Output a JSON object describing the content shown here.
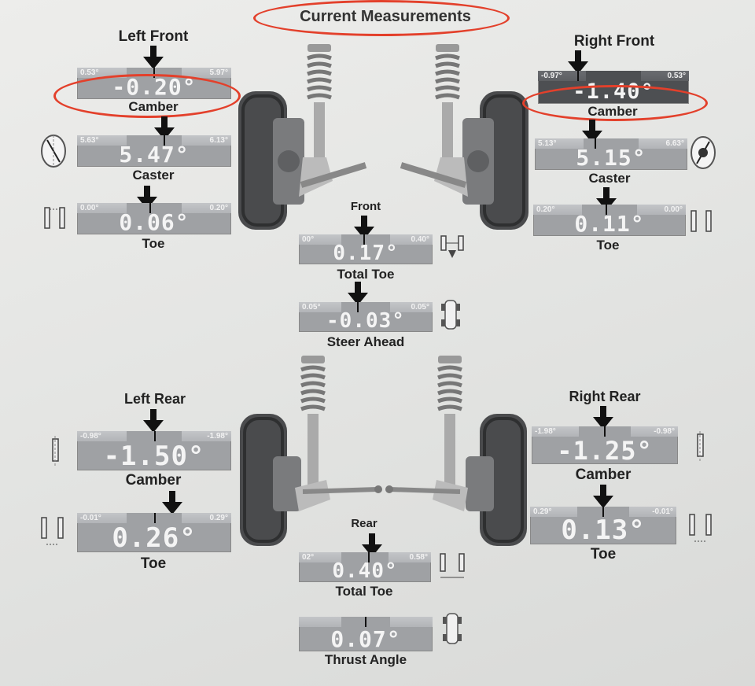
{
  "page": {
    "title": "Current Measurements",
    "accent": "#e3402b"
  },
  "left_front": {
    "label": "Left Front",
    "camber": {
      "min": "0.53°",
      "max": "5.97°",
      "value": "-0.20°",
      "label": "Camber"
    },
    "caster": {
      "min": "5.63°",
      "max": "6.13°",
      "value": "5.47°",
      "label": "Caster"
    },
    "toe": {
      "min": "0.00°",
      "max": "0.20°",
      "value": "0.06°",
      "label": "Toe"
    }
  },
  "right_front": {
    "label": "Right Front",
    "camber": {
      "min": "-0.97°",
      "max": "0.53°",
      "value": "-1.40°",
      "label": "Camber"
    },
    "caster": {
      "min": "5.13°",
      "max": "6.63°",
      "value": "5.15°",
      "label": "Caster"
    },
    "toe": {
      "min": "0.20°",
      "max": "0.00°",
      "value": "0.11°",
      "label": "Toe"
    }
  },
  "front_center": {
    "label": "Front",
    "total_toe": {
      "min": "00°",
      "max": "0.40°",
      "value": "0.17°",
      "label": "Total Toe"
    },
    "steer_ahead": {
      "min": "0.05°",
      "max": "0.05°",
      "value": "-0.03°",
      "label": "Steer Ahead"
    }
  },
  "left_rear": {
    "label": "Left Rear",
    "camber": {
      "min": "-0.98°",
      "max": "-1.98°",
      "value": "-1.50°",
      "label": "Camber"
    },
    "toe": {
      "min": "-0.01°",
      "max": "0.29°",
      "value": "0.26°",
      "label": "Toe"
    }
  },
  "right_rear": {
    "label": "Right Rear",
    "camber": {
      "min": "-1.98°",
      "max": "-0.98°",
      "value": "-1.25°",
      "label": "Camber"
    },
    "toe": {
      "min": "0.29°",
      "max": "-0.01°",
      "value": "0.13°",
      "label": "Toe"
    }
  },
  "rear_center": {
    "label": "Rear",
    "total_toe": {
      "min": "02°",
      "max": "0.58°",
      "value": "0.40°",
      "label": "Total Toe"
    },
    "thrust_angle": {
      "min": "",
      "max": "",
      "value": "0.07°",
      "label": "Thrust Angle"
    }
  },
  "icons": [
    "down-arrow-icon",
    "camber-wheel-icon",
    "caster-wheel-icon",
    "toe-wheels-icon",
    "car-top-icon",
    "suspension-strut-icon",
    "wheel-tire-icon"
  ]
}
